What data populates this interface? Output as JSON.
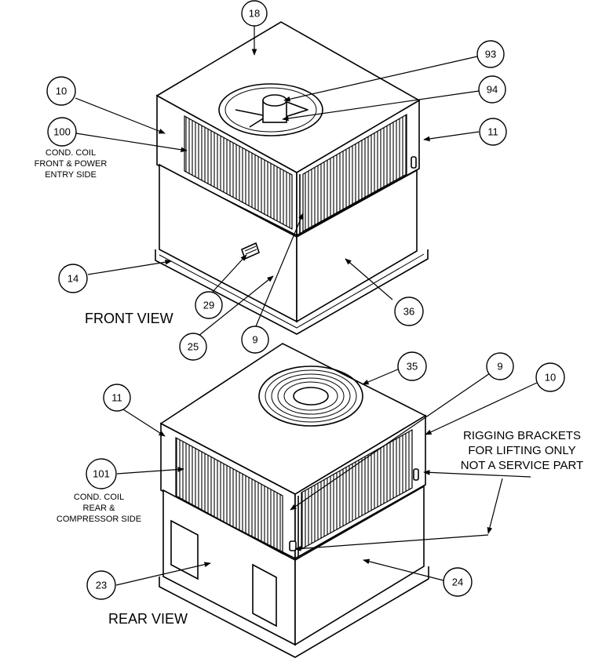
{
  "views": {
    "front": "FRONT VIEW",
    "rear": "REAR VIEW"
  },
  "notes": {
    "front_coil": [
      "COND. COIL",
      "FRONT & POWER",
      "ENTRY SIDE"
    ],
    "rear_coil": [
      "COND. COIL",
      "REAR &",
      "COMPRESSOR SIDE"
    ],
    "rigging": [
      "RIGGING BRACKETS",
      "FOR LIFTING ONLY",
      "NOT A SERVICE PART"
    ]
  },
  "callouts": {
    "front": [
      "18",
      "93",
      "94",
      "10",
      "11",
      "100",
      "14",
      "29",
      "36",
      "25",
      "9"
    ],
    "rear": [
      "35",
      "9",
      "10",
      "11",
      "101",
      "23",
      "24"
    ]
  }
}
